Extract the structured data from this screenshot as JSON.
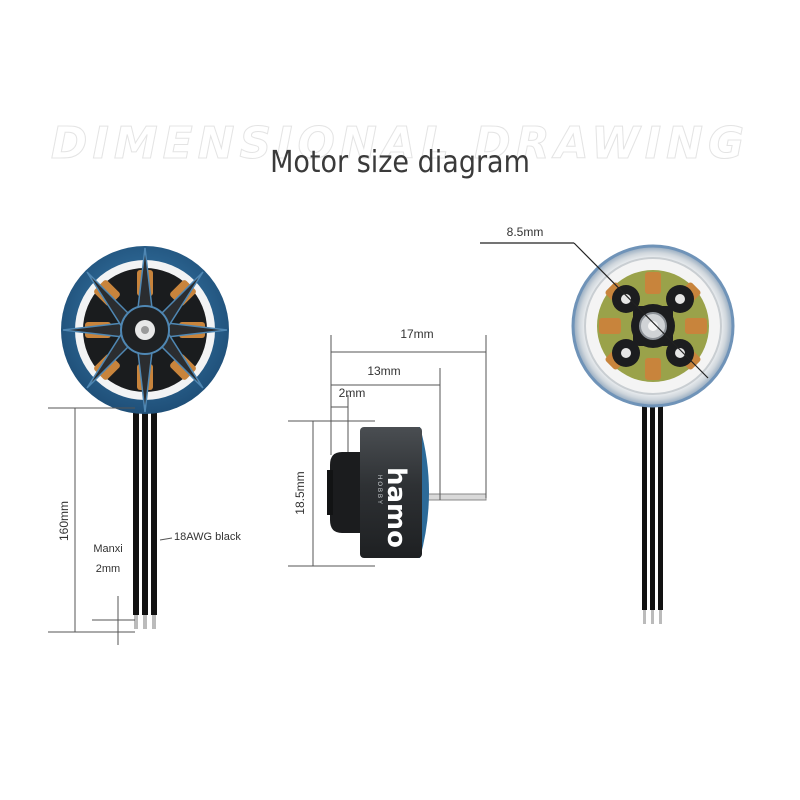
{
  "watermark": "DIMENSIONAL DRAWING",
  "title": "Motor size diagram",
  "front_view": {
    "lead_length": "160mm",
    "manxi_label": "Manxi",
    "manxi_size": "2mm",
    "wire_label": "18AWG black"
  },
  "side_view": {
    "overall_length": "17mm",
    "body_length": "13mm",
    "flange_thickness": "2mm",
    "diameter": "18.5mm",
    "brand": "hamo",
    "brand_sub": "HOBBY"
  },
  "back_view": {
    "hole_spacing": "8.5mm"
  },
  "colors": {
    "bell_blue": "#2c6a98",
    "stator_copper": "#c8843c",
    "body_dark": "#2f3235",
    "wire": "#111111"
  }
}
